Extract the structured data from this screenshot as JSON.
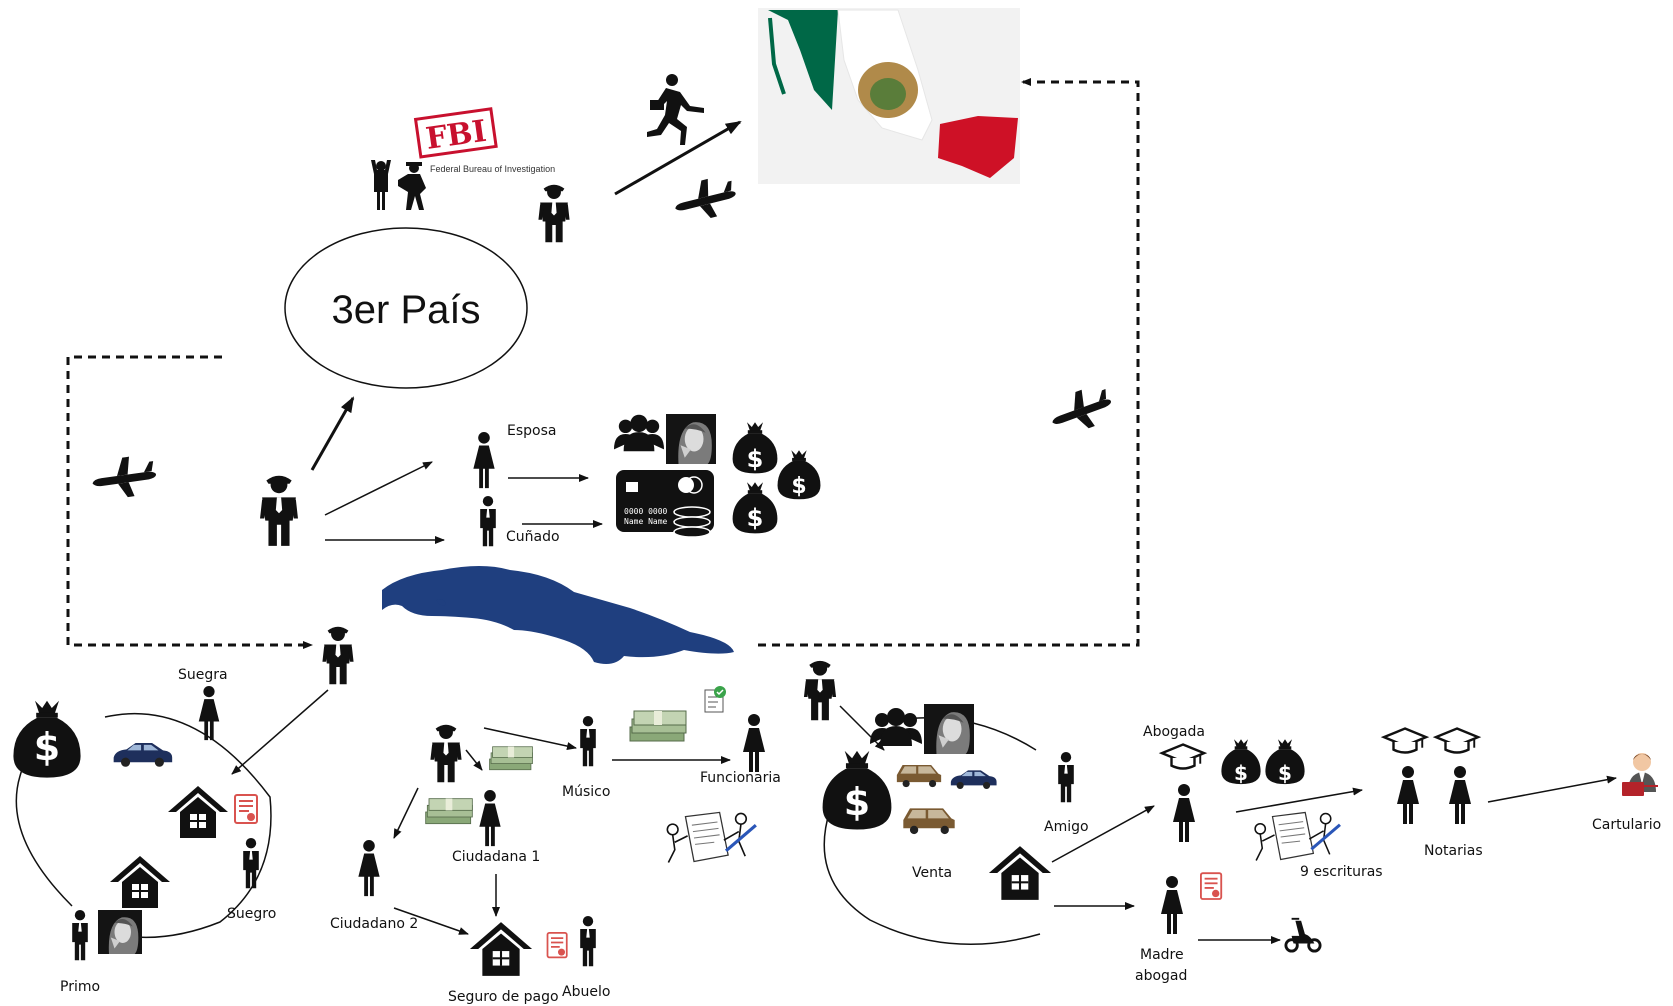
{
  "central": {
    "label": "3er País"
  },
  "labels": {
    "esposa": "Esposa",
    "cunado": "Cuñado",
    "suegra": "Suegra",
    "suegro": "Suegro",
    "primo": "Primo",
    "musico": "Músico",
    "funcionaria": "Funcionaria",
    "ciudadana1": "Ciudadana 1",
    "ciudadano2": "Ciudadano 2",
    "seguro": "Seguro de pago",
    "abuelo": "Abuelo",
    "amigo": "Amigo",
    "venta": "Venta",
    "abogada": "Abogada",
    "escrituras": "9 escrituras",
    "notarias": "Notarias",
    "cartulario": "Cartulario",
    "madre_line1": "Madre",
    "madre_line2": "abogad"
  },
  "badges": {
    "fbi": "FBI",
    "fbi_caption": "Federal Bureau of Investigation"
  },
  "card": {
    "number": "0000 0000",
    "name": "Name  Name"
  },
  "currency_symbol": "$",
  "icons": [
    "person-icon",
    "woman-icon",
    "airplane-icon",
    "money-bag-icon",
    "house-icon",
    "car-icon",
    "document-icon",
    "cash-stack-icon",
    "group-icon",
    "photo-icon",
    "credit-card-icon",
    "graduation-cap-icon",
    "scooter-icon",
    "contract-signing-icon",
    "running-man-icon",
    "arrest-icon",
    "notary-icon",
    "mexico-map-icon",
    "cuba-map-icon"
  ],
  "colors": {
    "mexico_green": "#006847",
    "mexico_red": "#ce1126",
    "cuba_blue": "#1f3f7f",
    "fbi_red": "#c8102e",
    "icon_black": "#111111"
  }
}
